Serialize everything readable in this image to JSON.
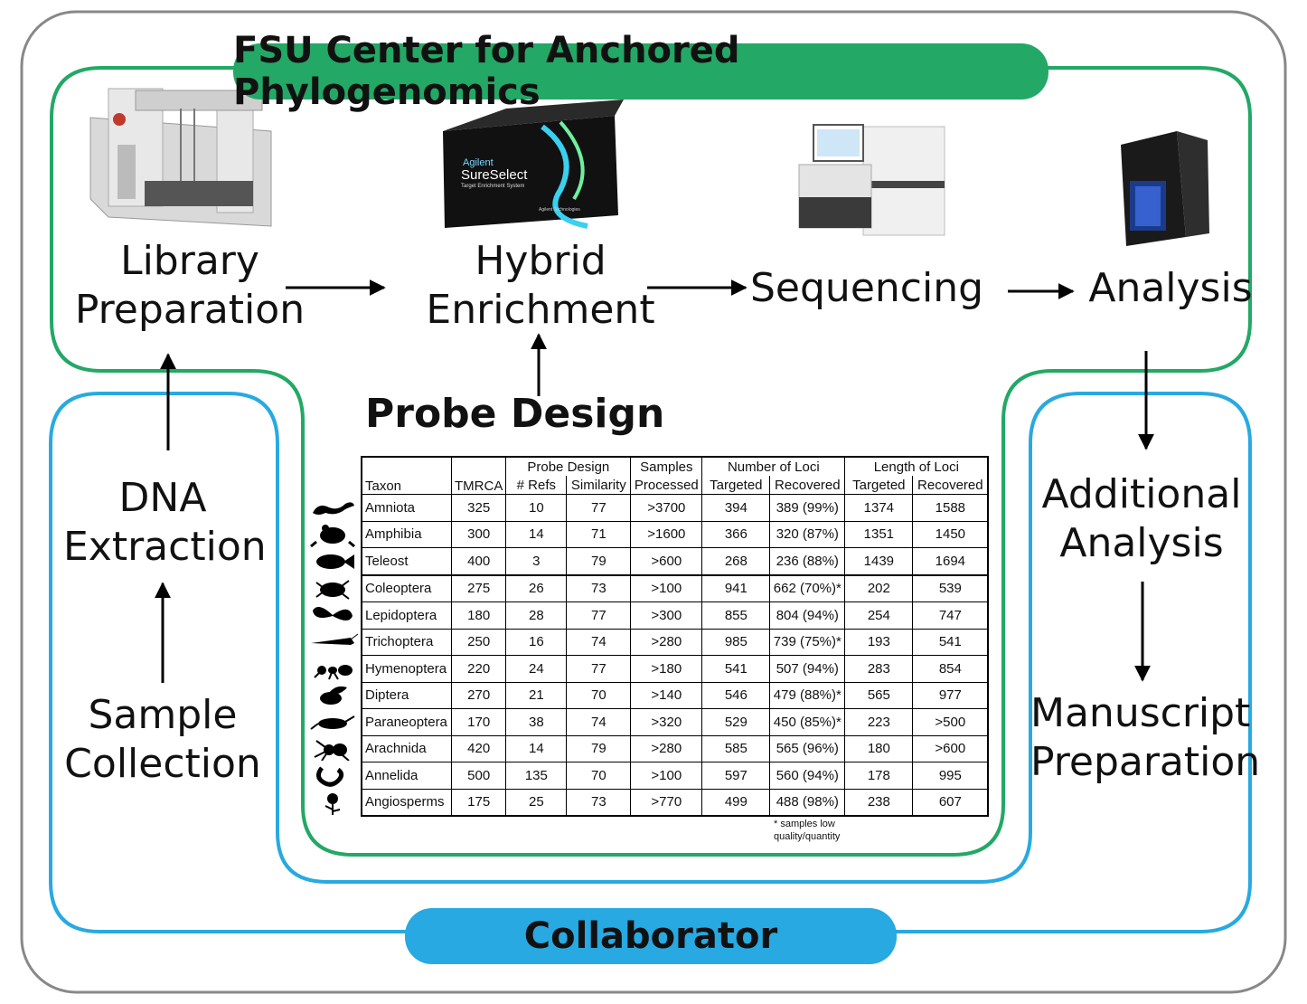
{
  "title": "FSU Center for Anchored Phylogenomics",
  "collaborator_label": "Collaborator",
  "steps": {
    "library_prep": [
      "Library",
      "Preparation"
    ],
    "hybrid_enrichment": [
      "Hybrid",
      "Enrichment"
    ],
    "sequencing": "Sequencing",
    "analysis": "Analysis",
    "dna_extraction": [
      "DNA",
      "Extraction"
    ],
    "sample_collection": [
      "Sample",
      "Collection"
    ],
    "additional_analysis": [
      "Additional",
      "Analysis"
    ],
    "manuscript_prep": [
      "Manuscript",
      "Preparation"
    ]
  },
  "probe_design_label": "Probe Design",
  "product_box": {
    "brand": "Agilent",
    "name": "SureSelect",
    "subtitle": "Target Enrichment System",
    "maker": "Agilent Technologies"
  },
  "colors": {
    "green": "#23a866",
    "blue": "#28a9e1",
    "gray": "#888888"
  },
  "table": {
    "group_headers": {
      "probe_design": "Probe Design",
      "samples": "Samples",
      "number_of_loci": "Number of Loci",
      "length_of_loci": "Length of Loci"
    },
    "columns": [
      "Taxon",
      "TMRCA",
      "# Refs",
      "Similarity",
      "Processed",
      "Targeted",
      "Recovered",
      "Targeted",
      "Recovered"
    ],
    "rows": [
      {
        "icon": "lizard-icon",
        "cells": [
          "Amniota",
          "325",
          "10",
          "77",
          ">3700",
          "394",
          "389 (99%)",
          "1374",
          "1588"
        ]
      },
      {
        "icon": "frog-icon",
        "cells": [
          "Amphibia",
          "300",
          "14",
          "71",
          ">1600",
          "366",
          "320 (87%)",
          "1351",
          "1450"
        ]
      },
      {
        "icon": "fish-icon",
        "cells": [
          "Teleost",
          "400",
          "3",
          "79",
          ">600",
          "268",
          "236 (88%)",
          "1439",
          "1694"
        ]
      },
      {
        "icon": "beetle-icon",
        "cells": [
          "Coleoptera",
          "275",
          "26",
          "73",
          ">100",
          "941",
          "662 (70%)*",
          "202",
          "539"
        ]
      },
      {
        "icon": "butterfly-icon",
        "cells": [
          "Lepidoptera",
          "180",
          "28",
          "77",
          ">300",
          "855",
          "804 (94%)",
          "254",
          "747"
        ]
      },
      {
        "icon": "caddisfly-icon",
        "cells": [
          "Trichoptera",
          "250",
          "16",
          "74",
          ">280",
          "985",
          "739 (75%)*",
          "193",
          "541"
        ]
      },
      {
        "icon": "ant-icon",
        "cells": [
          "Hymenoptera",
          "220",
          "24",
          "77",
          ">180",
          "541",
          "507 (94%)",
          "283",
          "854"
        ]
      },
      {
        "icon": "fly-icon",
        "cells": [
          "Diptera",
          "270",
          "21",
          "70",
          ">140",
          "546",
          "479 (88%)*",
          "565",
          "977"
        ]
      },
      {
        "icon": "bug-icon",
        "cells": [
          "Paraneoptera",
          "170",
          "38",
          "74",
          ">320",
          "529",
          "450 (85%)*",
          "223",
          ">500"
        ]
      },
      {
        "icon": "spider-icon",
        "cells": [
          "Arachnida",
          "420",
          "14",
          "79",
          ">280",
          "585",
          "565 (96%)",
          "180",
          ">600"
        ]
      },
      {
        "icon": "worm-icon",
        "cells": [
          "Annelida",
          "500",
          "135",
          "70",
          ">100",
          "597",
          "560 (94%)",
          "178",
          "995"
        ]
      },
      {
        "icon": "flower-icon",
        "cells": [
          "Angiosperms",
          "175",
          "25",
          "73",
          ">770",
          "499",
          "488 (98%)",
          "238",
          "607"
        ]
      }
    ],
    "footnote": [
      "* samples low",
      "quality/quantity"
    ]
  }
}
